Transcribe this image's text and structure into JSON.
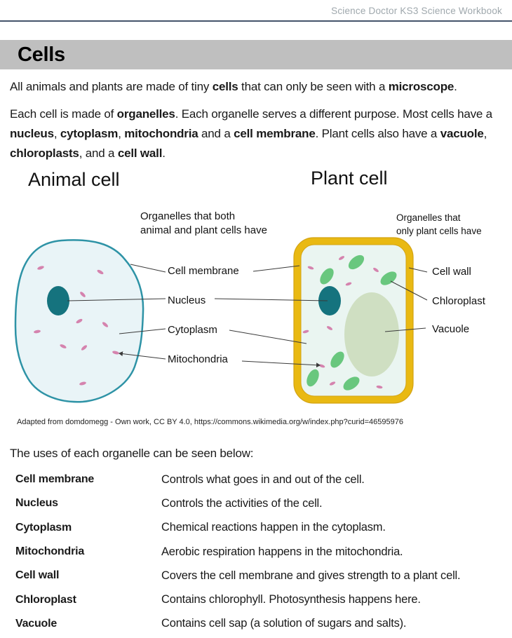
{
  "header": {
    "title": "Science Doctor KS3 Science Workbook"
  },
  "banner": {
    "title": "Cells"
  },
  "intro": {
    "p1": [
      {
        "text": "All animals and plants are made of tiny "
      },
      {
        "text": "cells",
        "bold": true
      },
      {
        "text": " that can only be seen with a "
      },
      {
        "text": "microscope",
        "bold": true
      },
      {
        "text": "."
      }
    ],
    "p2": [
      {
        "text": "Each cell is made of "
      },
      {
        "text": "organelles",
        "bold": true
      },
      {
        "text": ". Each organelle serves a different purpose. Most cells have a "
      },
      {
        "text": "nucleus",
        "bold": true
      },
      {
        "text": ", "
      },
      {
        "text": "cytoplasm",
        "bold": true
      },
      {
        "text": ", "
      },
      {
        "text": "mitochondria",
        "bold": true
      },
      {
        "text": " and a "
      },
      {
        "text": "cell membrane",
        "bold": true
      },
      {
        "text": ". Plant cells also have a "
      },
      {
        "text": "vacuole",
        "bold": true
      },
      {
        "text": ", "
      },
      {
        "text": "chloroplasts",
        "bold": true
      },
      {
        "text": ", and a "
      },
      {
        "text": "cell wall",
        "bold": true
      },
      {
        "text": "."
      }
    ]
  },
  "diagram": {
    "animal_title": "Animal cell",
    "plant_title": "Plant cell",
    "shared_note": "Organelles that both\nanimal and plant cells have",
    "plant_note": "Organelles that\nonly plant cells have",
    "shared_labels": [
      "Cell membrane",
      "Nucleus",
      "Cytoplasm",
      "Mitochondria"
    ],
    "plant_labels": [
      "Cell wall",
      "Chloroplast",
      "Vacuole"
    ],
    "attribution": "Adapted from domdomegg - Own work, CC BY 4.0, https://commons.wikimedia.org/w/index.php?curid=46595976",
    "colors": {
      "header_text": "#9fa8ad",
      "header_line": "#44546a",
      "banner_bg": "#bfbfbf",
      "membrane": "#2e93a6",
      "animal_fill": "#e9f4f7",
      "nucleus": "#15737e",
      "mito": "#d583ae",
      "cell_wall": "#e9b912",
      "wall_edge": "#d3a312",
      "plant_fill": "#eaf5f1",
      "chloroplast": "#69c77e",
      "vacuole": "#cfdfc2",
      "line": "#3a3a3a"
    }
  },
  "uses": {
    "heading": "The uses of each organelle can be seen below:",
    "rows": [
      {
        "name": "Cell membrane",
        "use": "Controls what goes in and out of the cell."
      },
      {
        "name": "Nucleus",
        "use": "Controls the activities of the cell."
      },
      {
        "name": "Cytoplasm",
        "use": "Chemical reactions happen in the cytoplasm."
      },
      {
        "name": "Mitochondria",
        "use": "Aerobic respiration happens in the mitochondria."
      },
      {
        "name": "Cell wall",
        "use": "Covers the cell membrane and gives strength to a plant cell."
      },
      {
        "name": "Chloroplast",
        "use": "Contains chlorophyll. Photosynthesis happens here."
      },
      {
        "name": "Vacuole",
        "use": "Contains cell sap (a solution of sugars and salts)."
      }
    ]
  }
}
